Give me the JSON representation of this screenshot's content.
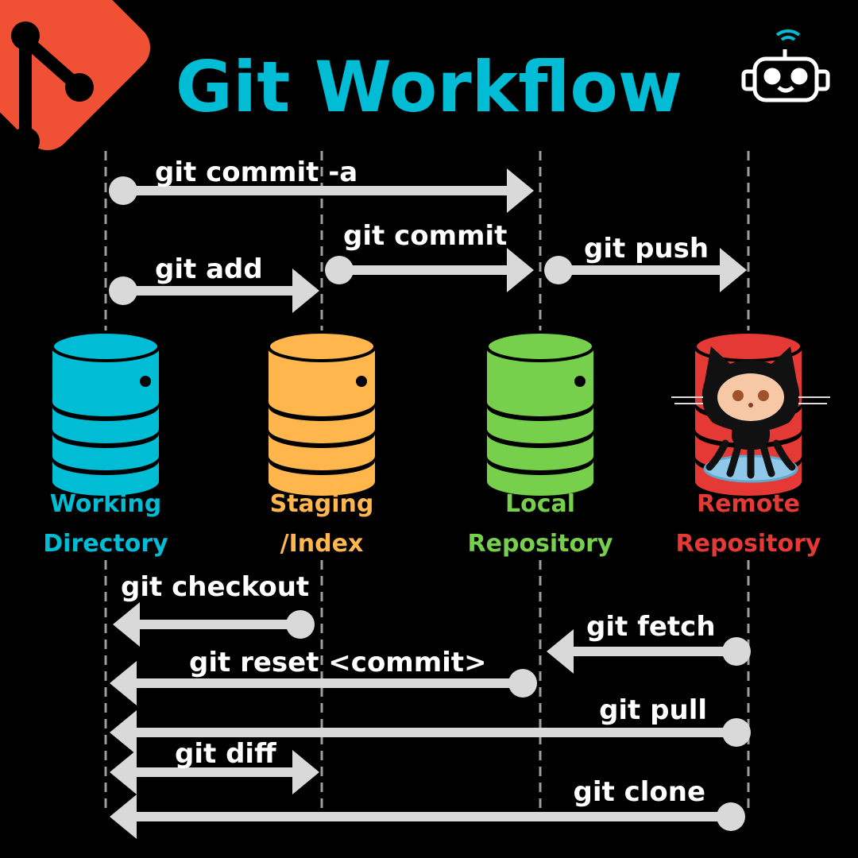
{
  "title": "Git Workflow",
  "colors": {
    "background": "#000000",
    "title": "#00bcd4",
    "git_logo": "#f05033",
    "working": "#00bcd4",
    "staging": "#ffb74d",
    "local": "#76d04b",
    "remote": "#e53935",
    "arrow": "#d9d9d9",
    "guide": "#9e9e9e"
  },
  "icons": {
    "logo": "git-logo-icon",
    "robot": "robot-icon",
    "octocat": "octocat-icon"
  },
  "stages": [
    {
      "key": "working",
      "line1": "Working",
      "line2": "Directory"
    },
    {
      "key": "staging",
      "line1": "Staging",
      "line2": "/Index"
    },
    {
      "key": "local",
      "line1": "Local",
      "line2": "Repository"
    },
    {
      "key": "remote",
      "line1": "Remote",
      "line2": "Repository"
    }
  ],
  "commands": {
    "commit_a": "git commit -a",
    "add": "git add",
    "commit": "git commit",
    "push": "git push",
    "checkout": "git checkout",
    "fetch": "git fetch",
    "reset": "git reset <commit>",
    "pull": "git pull",
    "diff": "git diff",
    "clone": "git clone"
  }
}
